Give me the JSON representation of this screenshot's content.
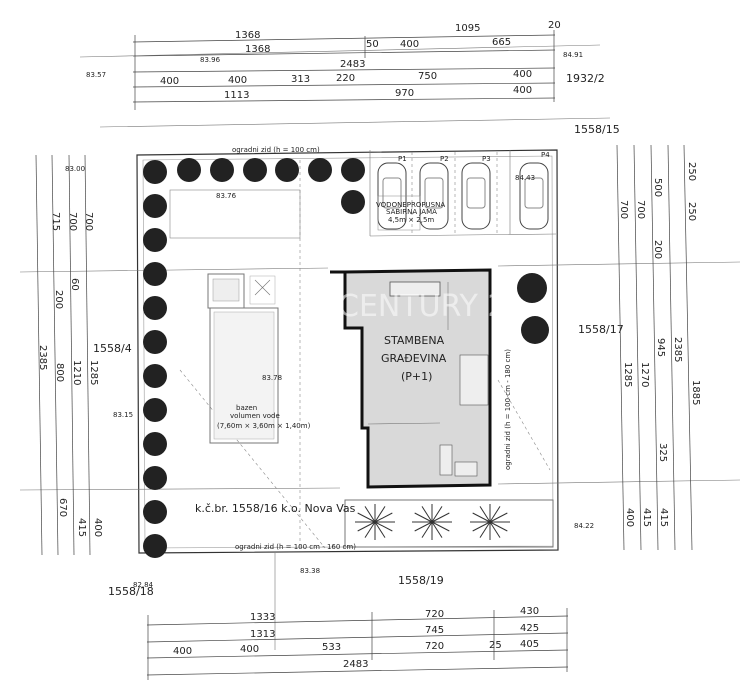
{
  "drawing": {
    "parcel_label": "k.č.br. 1558/16 k.o. Nova Vas",
    "building": {
      "line1": "STAMBENA",
      "line2": "GRAĐEVINA",
      "line3": "(P+1)"
    },
    "watermark": "CENTURY 21",
    "fence_top": "ogradni zid (h = 100 cm)",
    "fence_bottom": "ogradni zid (h = 100 cm - 160 cm)",
    "fence_right": "ogradni zid (h = 100 cm - 180 cm)",
    "tank": {
      "line1": "VODONEPROPUSNA",
      "line2": "SABIRNA JAMA",
      "line3": "4,5m × 2,5m"
    },
    "pool": {
      "line1": "bazen",
      "line2": "volumen vode",
      "line3": "(7,60m × 3,60m × 1,40m)"
    },
    "parking": [
      "P1",
      "P2",
      "P3",
      "P4"
    ]
  },
  "neighbours": {
    "top_right": "1932/2",
    "north": "1558/15",
    "west": "1558/4",
    "east": "1558/17",
    "south_west": "1558/18",
    "south": "1558/19"
  },
  "elevations": {
    "e1": "83.57",
    "e2": "83.96",
    "e3": "84.91",
    "e4": "83.00",
    "e5": "83.76",
    "e6": "84.43",
    "e7": "83.78",
    "e8": "83.15",
    "e9": "84.22",
    "e10": "82.84",
    "e11": "83.38"
  },
  "dims_top": {
    "row1": [
      "1368",
      "1095",
      "20"
    ],
    "row2": [
      "1368",
      "50",
      "400",
      "665"
    ],
    "total": "2483",
    "row3": [
      "400",
      "400",
      "313",
      "220",
      "750",
      "400"
    ],
    "row4": [
      "1113",
      "970",
      "400"
    ]
  },
  "dims_bottom": {
    "row1": [
      "1333",
      "720",
      "430"
    ],
    "row2": [
      "1313",
      "745",
      "425"
    ],
    "row3": [
      "400",
      "400",
      "533",
      "720",
      "25",
      "405"
    ],
    "total": "2483"
  },
  "dims_left": [
    "715",
    "700",
    "700",
    "60",
    "200",
    "2385",
    "800",
    "1210",
    "1285",
    "670",
    "415",
    "400"
  ],
  "dims_right": [
    "700",
    "700",
    "500",
    "200",
    "250",
    "250",
    "945",
    "2385",
    "1285",
    "1270",
    "1885",
    "325",
    "400",
    "415",
    "415"
  ]
}
